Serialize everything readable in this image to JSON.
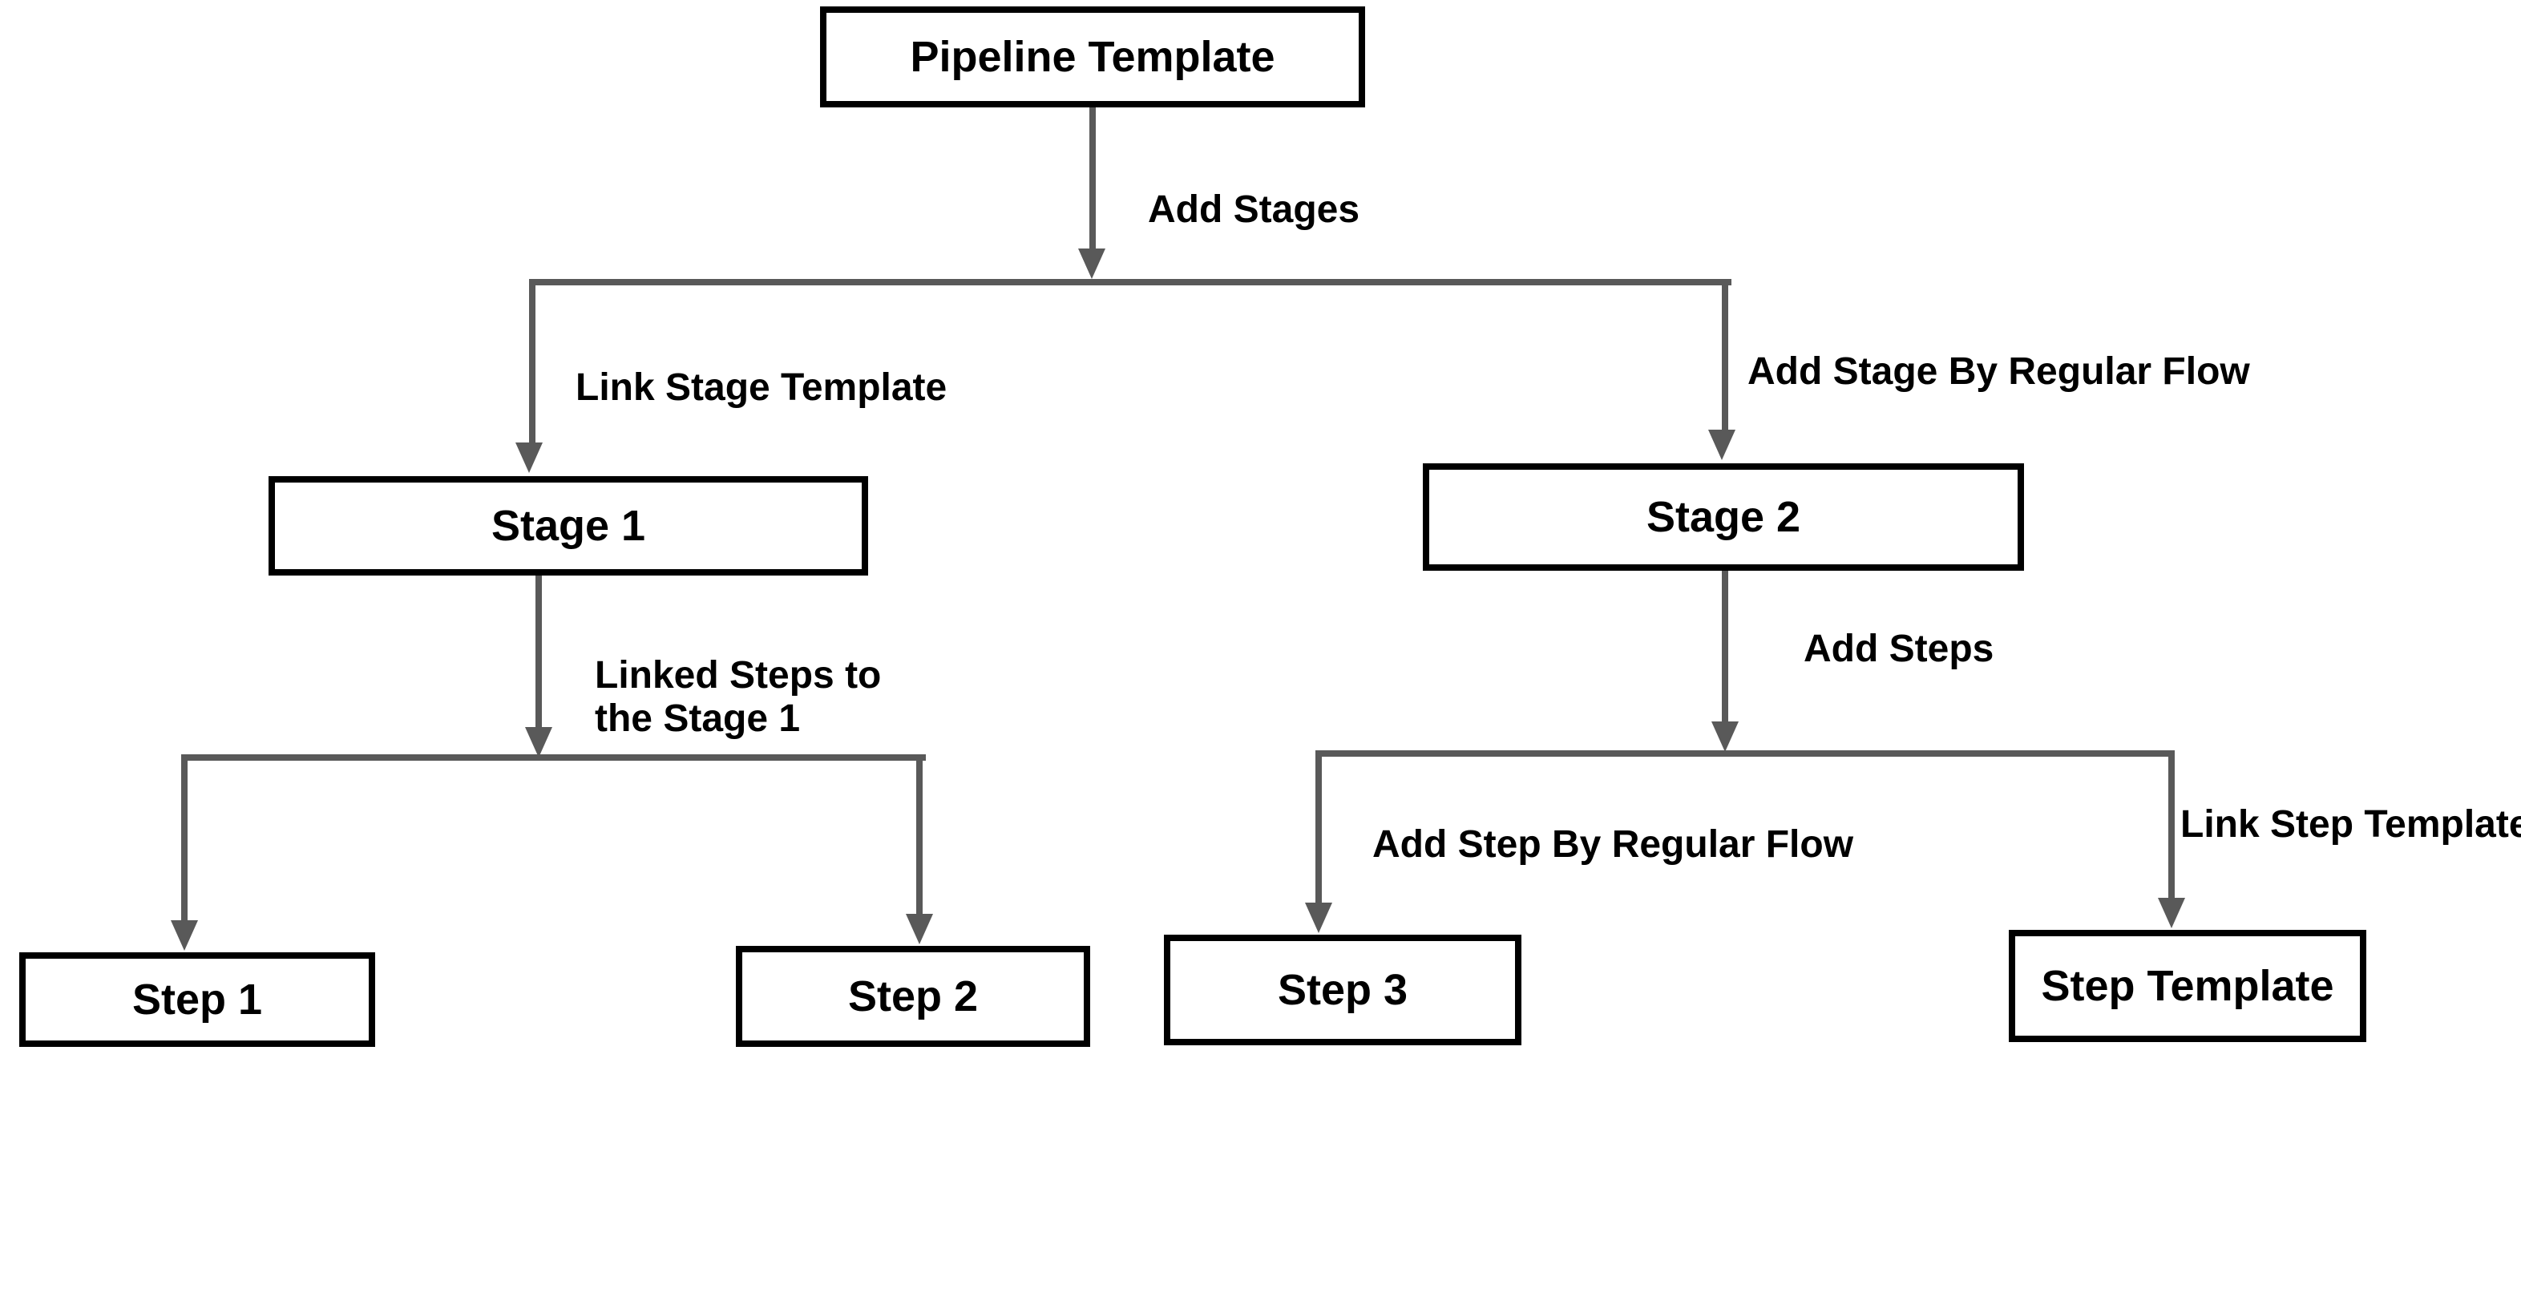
{
  "diagram": {
    "type": "flowchart",
    "nodes": {
      "pipeline_template": "Pipeline Template",
      "stage_1": "Stage 1",
      "stage_2": "Stage 2",
      "step_1": "Step 1",
      "step_2": "Step 2",
      "step_3": "Step 3",
      "step_template": "Step Template"
    },
    "edges": [
      {
        "from": "pipeline_template",
        "to": "stage_1,stage_2",
        "label": "Add Stages"
      },
      {
        "from": "pipeline_template",
        "to": "stage_1",
        "label": "Link Stage Template"
      },
      {
        "from": "pipeline_template",
        "to": "stage_2",
        "label": "Add Stage By Regular Flow"
      },
      {
        "from": "stage_1",
        "to": "step_1,step_2",
        "label": "Linked Steps to the Stage 1",
        "label_line1": "Linked Steps to",
        "label_line2": "the Stage 1"
      },
      {
        "from": "stage_2",
        "to": "step_3,step_template",
        "label": "Add Steps"
      },
      {
        "from": "stage_2",
        "to": "step_3",
        "label": "Add Step By Regular Flow"
      },
      {
        "from": "stage_2",
        "to": "step_template",
        "label": "Link Step Template"
      }
    ],
    "colors": {
      "connector": "#595959",
      "node_border": "#000000",
      "node_fill": "#ffffff",
      "label_text": "#000000",
      "background": "#ffffff"
    }
  }
}
